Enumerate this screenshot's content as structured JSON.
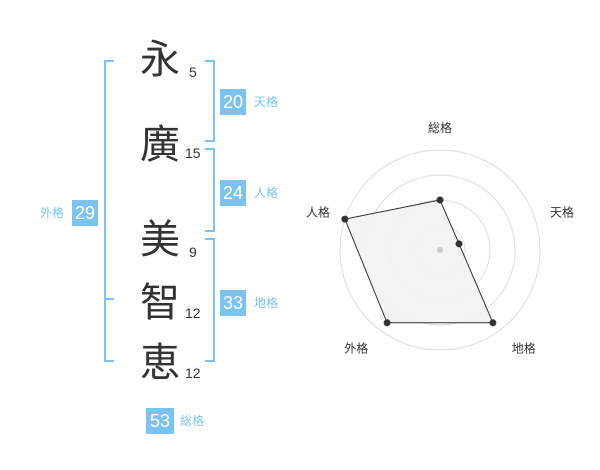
{
  "name": {
    "chars": [
      {
        "char": "永",
        "strokes": "5"
      },
      {
        "char": "廣",
        "strokes": "15"
      },
      {
        "char": "美",
        "strokes": "9"
      },
      {
        "char": "智",
        "strokes": "12"
      },
      {
        "char": "恵",
        "strokes": "12"
      }
    ]
  },
  "kakusu": {
    "tenkaku": {
      "value": "20",
      "label": "天格"
    },
    "jinkaku": {
      "value": "24",
      "label": "人格"
    },
    "chikaku": {
      "value": "33",
      "label": "地格"
    },
    "gaikaku": {
      "value": "29",
      "label": "外格"
    },
    "soukaku": {
      "value": "53",
      "label": "総格"
    }
  },
  "radar": {
    "axes": [
      "総格",
      "天格",
      "地格",
      "外格",
      "人格"
    ],
    "values": [
      0.5,
      0.2,
      0.9,
      0.9,
      1.0
    ],
    "levels": 4
  },
  "colors": {
    "accent": "#7cc3f0",
    "text": "#333333",
    "grid": "#dddddd",
    "fill": "#f2f2f2"
  }
}
